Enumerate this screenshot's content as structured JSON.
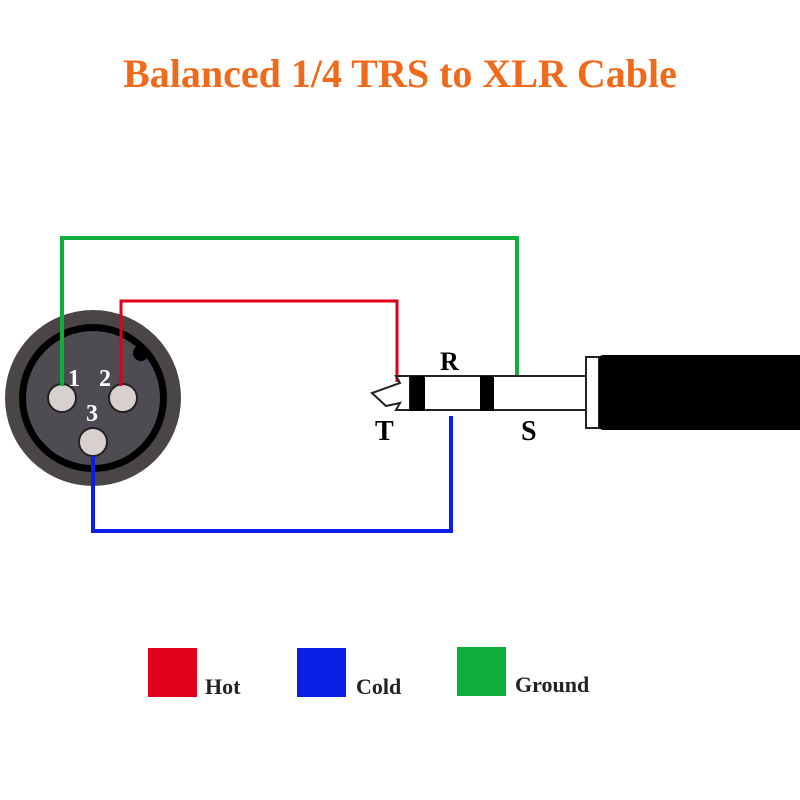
{
  "title": "Balanced 1/4 TRS to XLR Cable",
  "xlr": {
    "pins": [
      "1",
      "2",
      "3"
    ]
  },
  "trs": {
    "tip": "T",
    "ring": "R",
    "sleeve": "S"
  },
  "colors": {
    "hot": "#e0001b",
    "cold": "#0a1fe6",
    "ground": "#0fae3a",
    "title": "#f06a1c"
  },
  "legend": [
    {
      "label": "Hot",
      "color": "#e0001b"
    },
    {
      "label": "Cold",
      "color": "#0a1fe6"
    },
    {
      "label": "Ground",
      "color": "#0fae3a"
    }
  ]
}
